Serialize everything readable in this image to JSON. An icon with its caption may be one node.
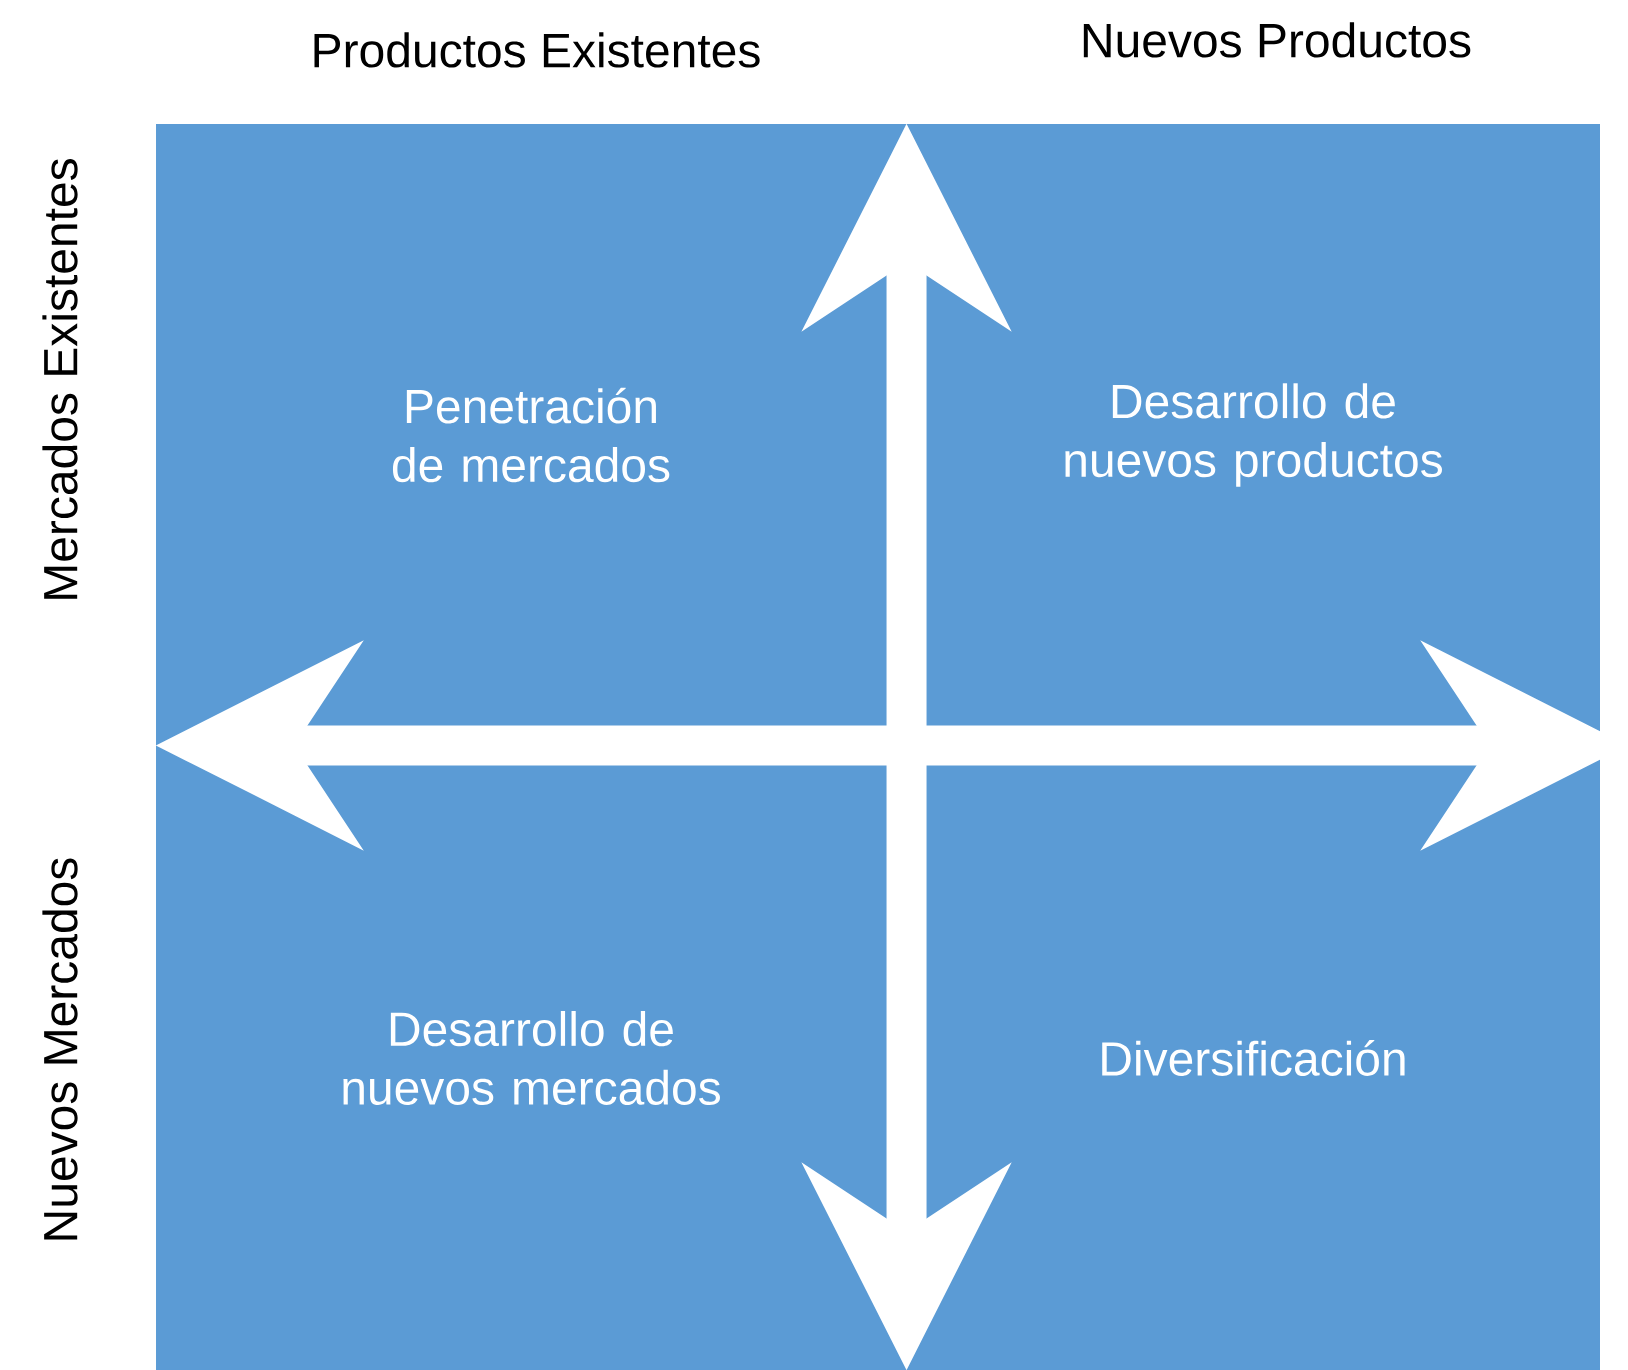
{
  "diagram": {
    "nodes": [
      {
        "text": [
          "Penetración de mercados"
        ]
      },
      {
        "text": [
          "Desarrollo de nuevos productos"
        ]
      },
      {
        "text": [
          "Desarrollo de nuevos mercados"
        ]
      },
      {
        "text": [
          "Diversificación"
        ]
      }
    ],
    "edges": [
      {
        "from": 2,
        "to": 3,
        "arrow": "both"
      },
      {
        "from": 0,
        "to": 2,
        "arrow": "both"
      }
    ],
    "labels": [
      "Productos Existentes",
      "Nuevos Productos",
      "Mercados Existentes",
      "Nuevos Mercados"
    ]
  }
}
